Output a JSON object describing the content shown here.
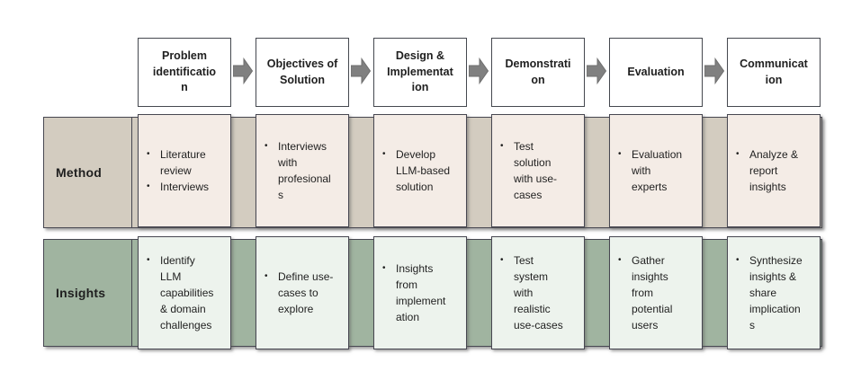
{
  "bullet": "•",
  "colors": {
    "band_method": "#d3ccc0",
    "cell_method": "#f4ece6",
    "band_insights": "#a0b4a0",
    "cell_insights": "#edf3ed",
    "border_dark": "#474751",
    "header_border": "#45484f",
    "arrow": "#808080",
    "arrow_stroke": "#6e6e6e",
    "text": "#1f1f1f"
  },
  "stages": [
    {
      "label": "Problem\nidentificatio\nn"
    },
    {
      "label": "Objectives of\nSolution"
    },
    {
      "label": "Design &\nImplementat\nion"
    },
    {
      "label": "Demonstrati\non"
    },
    {
      "label": "Evaluation"
    },
    {
      "label": "Communicat\nion"
    }
  ],
  "rows": [
    {
      "label": "Method",
      "cells": [
        {
          "items": [
            "Literature\nreview",
            "Interviews"
          ]
        },
        {
          "items": [
            "Interviews\nwith\nprofesional\ns"
          ]
        },
        {
          "items": [
            "Develop\nLLM-based\nsolution"
          ]
        },
        {
          "items": [
            "Test\nsolution\nwith use-\ncases"
          ]
        },
        {
          "items": [
            "Evaluation\nwith\nexperts"
          ]
        },
        {
          "items": [
            "Analyze &\nreport\ninsights"
          ]
        }
      ]
    },
    {
      "label": "Insights",
      "cells": [
        {
          "items": [
            "Identify\nLLM\ncapabilities\n& domain\nchallenges"
          ]
        },
        {
          "items": [
            "Define use-\ncases to\nexplore"
          ]
        },
        {
          "items": [
            "Insights\nfrom\nimplement\nation"
          ]
        },
        {
          "items": [
            "Test\nsystem\nwith\nrealistic\nuse-cases"
          ]
        },
        {
          "items": [
            "Gather\ninsights\nfrom\npotential\nusers"
          ]
        },
        {
          "items": [
            "Synthesize\ninsights &\nshare\nimplication\ns"
          ]
        }
      ]
    }
  ]
}
